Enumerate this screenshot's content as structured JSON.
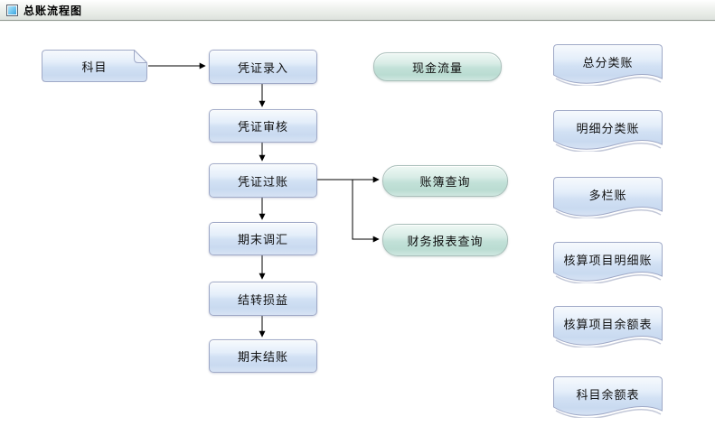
{
  "header": {
    "title": "总账流程图",
    "icon": "blue-square-icon"
  },
  "flow": {
    "source": {
      "label": "科目",
      "shape": "document-folded-corner"
    },
    "steps": [
      {
        "label": "凭证录入"
      },
      {
        "label": "凭证审核"
      },
      {
        "label": "凭证过账"
      },
      {
        "label": "期末调汇"
      },
      {
        "label": "结转损益"
      },
      {
        "label": "期末结账"
      }
    ],
    "queries": [
      {
        "label": "现金流量",
        "shape": "stadium"
      },
      {
        "label": "账簿查询",
        "shape": "stadium"
      },
      {
        "label": "财务报表查询",
        "shape": "stadium"
      }
    ],
    "reports": [
      {
        "label": "总分类账"
      },
      {
        "label": "明细分类账"
      },
      {
        "label": "多栏账"
      },
      {
        "label": "核算项目明细账"
      },
      {
        "label": "核算项目余额表"
      },
      {
        "label": "科目余额表"
      }
    ]
  },
  "colors": {
    "process_fill_top": "#f7fafd",
    "process_fill_bottom": "#c9daf0",
    "process_border": "#9fa9c7",
    "terminal_fill_top": "#eef8f4",
    "terminal_fill_bottom": "#badcd2",
    "terminal_border": "#a9bfba",
    "titlebar_border": "#8f988f",
    "arrow": "#000000"
  }
}
